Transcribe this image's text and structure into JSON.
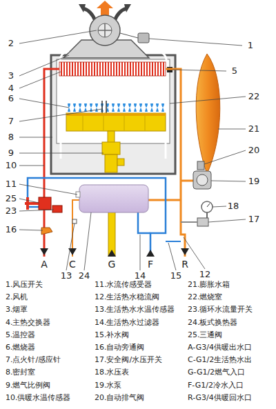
{
  "diagram": {
    "labels": [
      "2",
      "1",
      "3",
      "5",
      "4",
      "6",
      "22",
      "7",
      "8",
      "21",
      "9",
      "20",
      "10",
      "19",
      "11",
      "25",
      "18",
      "23",
      "17",
      "16",
      "A",
      "C",
      "G",
      "F",
      "R",
      "13",
      "24",
      "14",
      "15",
      "12",
      "1.风压开关",
      "2.风机",
      "3.烟罩",
      "4.主热交换器",
      "5.温控器",
      "6.燃烧器",
      "7.点火针/感应针",
      "8.密封室",
      "9.燃气比例阀",
      "10.供暖水温传感器",
      "11.水流传感受器",
      "12.生活热水稳流阀",
      "13.生活热水水温传感器",
      "14.生活热水过滤器",
      "15.补水阀",
      "16.自动旁通阀",
      "17.安全阀/水压开关",
      "18.水压表",
      "19.水泵",
      "20.自动排气阀",
      "21.膨胀水箱",
      "22.燃烧室",
      "23.循环水流量开关",
      "24.板式换热器",
      "25.三通阀",
      "A-G3/4供暖出水口",
      "C-G1/2生活热水出",
      "G-G1/2燃气入口",
      "F-G1/2冷水入口",
      "R-G3/4供暖回水口"
    ]
  }
}
